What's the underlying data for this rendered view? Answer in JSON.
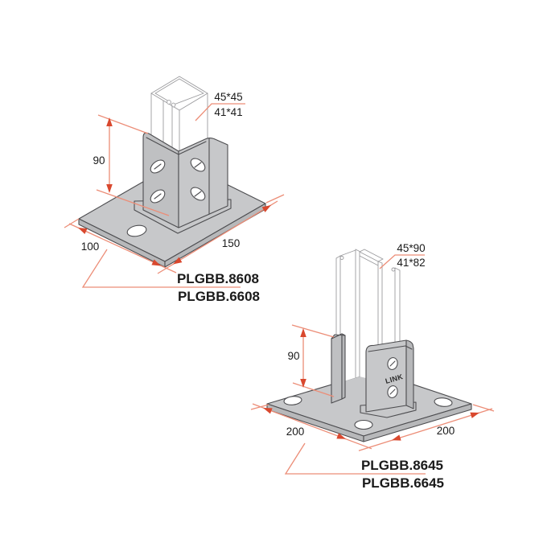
{
  "page": {
    "background": "#ffffff",
    "description": "technical isometric drawing of channel post bases"
  },
  "colors": {
    "dimension_line": "#EC8D77",
    "arrowhead": "#D9482E",
    "outline_dark": "#4D4D50",
    "outline_light": "#9B9B9E",
    "metal_fill": "#C7C8CA",
    "channel_fill": "#FFFFFF",
    "text": "#1A1A1A"
  },
  "diagram1": {
    "name": "single channel post base",
    "channel_size_upper": "45*45",
    "channel_size_lower": "41*41",
    "height_dim": "90",
    "base_length_dim": "150",
    "base_width_dim": "100",
    "product_codes": [
      "PLGBB.8608",
      "PLGBB.6608"
    ]
  },
  "diagram2": {
    "name": "double channel post base",
    "channel_size_upper": "45*90",
    "channel_size_lower": "41*82",
    "height_dim": "90",
    "base_width_left_dim": "200",
    "base_width_right_dim": "200",
    "bracket_marking": "LINK",
    "product_codes": [
      "PLGBB.8645",
      "PLGBB.6645"
    ]
  }
}
